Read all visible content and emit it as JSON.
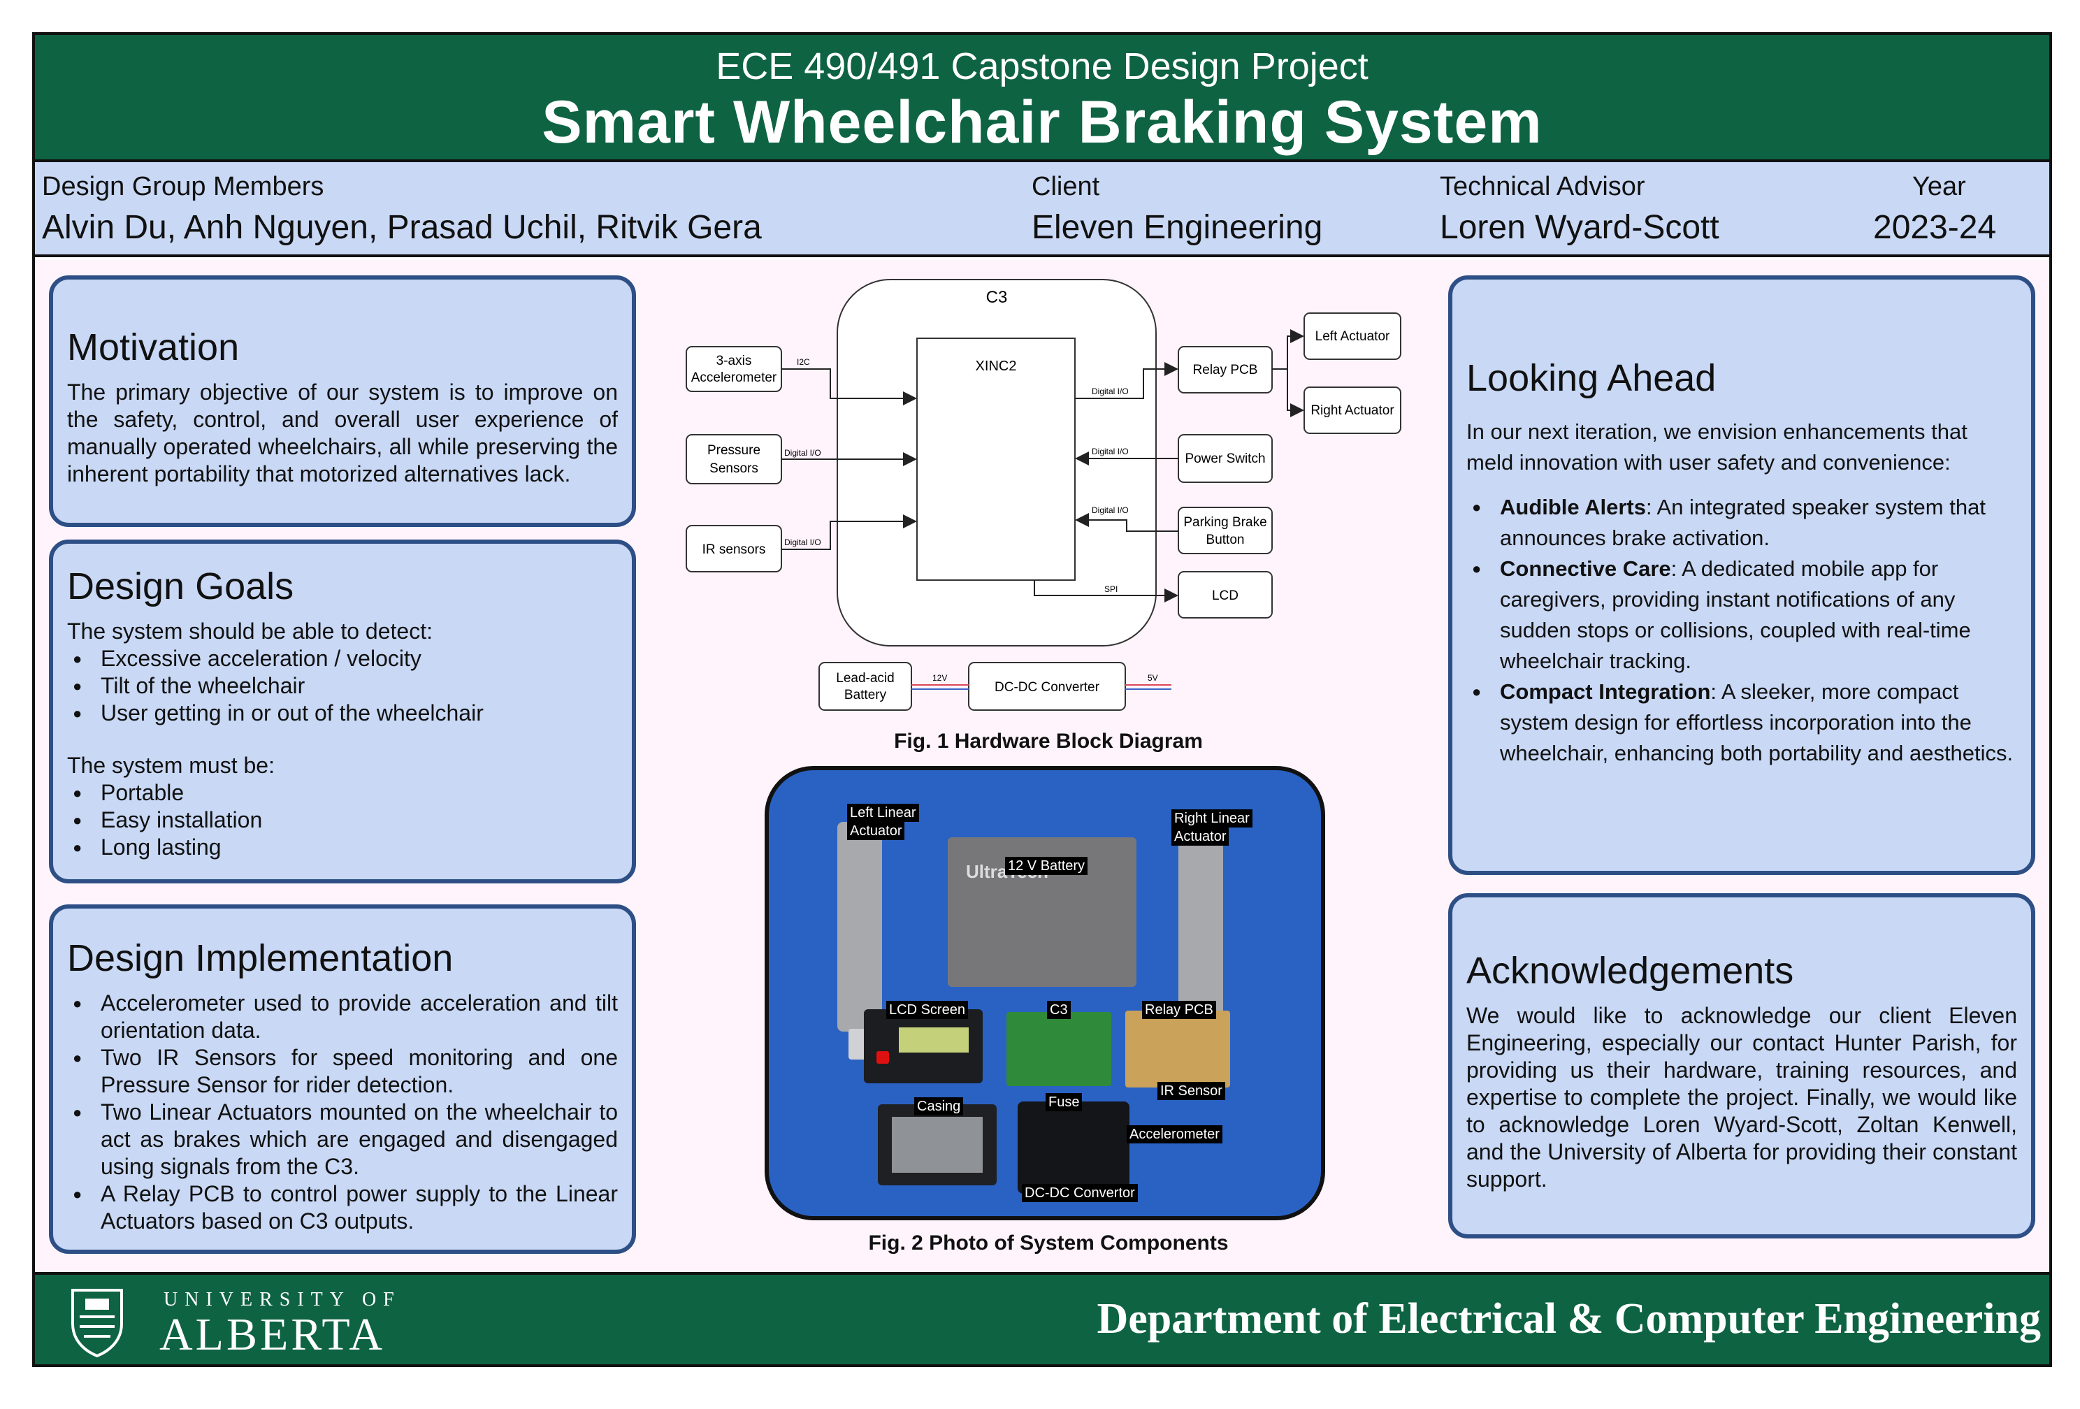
{
  "header": {
    "subtitle": "ECE 490/491 Capstone Design Project",
    "title": "Smart Wheelchair Braking System"
  },
  "info": {
    "members_label": "Design Group Members",
    "members": "Alvin Du, Anh Nguyen, Prasad Uchil, Ritvik Gera",
    "client_label": "Client",
    "client": "Eleven Engineering",
    "advisor_label": "Technical Advisor",
    "advisor": "Loren Wyard-Scott",
    "year_label": "Year",
    "year": "2023-24"
  },
  "motivation": {
    "heading": "Motivation",
    "text": "The primary objective of our system is to improve on the safety, control, and overall user experience of manually operated wheelchairs, all while preserving the inherent portability that motorized alternatives lack."
  },
  "goals": {
    "heading": "Design Goals",
    "detect_intro": "The system should be able to detect:",
    "detect_items": [
      "Excessive acceleration / velocity",
      "Tilt of the wheelchair",
      "User getting in or out of the wheelchair"
    ],
    "must_intro": "The system must be:",
    "must_items": [
      "Portable",
      "Easy installation",
      "Long lasting"
    ]
  },
  "implementation": {
    "heading": "Design Implementation",
    "items": [
      "Accelerometer used to provide acceleration and tilt orientation data.",
      "Two IR Sensors for speed monitoring and one Pressure Sensor for rider detection.",
      "Two Linear Actuators mounted on the wheelchair to act as brakes which are engaged and disengaged using signals from the C3.",
      "A Relay PCB to control power supply to the Linear Actuators based on C3 outputs."
    ]
  },
  "diagram": {
    "c3": "C3",
    "xinc2": "XINC2",
    "accel_1": "3-axis",
    "accel_2": "Accelerometer",
    "pressure_1": "Pressure",
    "pressure_2": "Sensors",
    "ir": "IR sensors",
    "relay": "Relay PCB",
    "left_act": "Left Actuator",
    "right_act": "Right Actuator",
    "power": "Power Switch",
    "parking_1": "Parking Brake",
    "parking_2": "Button",
    "lcd": "LCD",
    "battery_1": "Lead-acid",
    "battery_2": "Battery",
    "dcdc": "DC-DC Converter",
    "i2c": "I2C",
    "dio": "Digital I/O",
    "spi": "SPI",
    "v12": "12V",
    "v5": "5V"
  },
  "fig1_caption": "Fig. 1 Hardware Block Diagram",
  "fig2_caption": "Fig. 2 Photo of System Components",
  "photo_labels": {
    "left_linear_1": "Left Linear",
    "left_linear_2": "Actuator",
    "right_linear_1": "Right Linear",
    "right_linear_2": "Actuator",
    "battery": "12 V Battery",
    "battery_brand": "UltraTech",
    "lcd": "LCD Screen",
    "c3": "C3",
    "relay": "Relay PCB",
    "casing": "Casing",
    "fuse": "Fuse",
    "ir": "IR Sensor",
    "accel": "Accelerometer",
    "dcdc": "DC-DC Convertor"
  },
  "looking_ahead": {
    "heading": "Looking Ahead",
    "intro": "In our next iteration, we envision enhancements that meld innovation with user safety and convenience:",
    "items": [
      {
        "title": "Audible Alerts",
        "text": ": An integrated speaker system that announces brake activation."
      },
      {
        "title": "Connective Care",
        "text": ": A dedicated mobile app for caregivers, providing instant notifications of any sudden stops or collisions, coupled with real-time wheelchair tracking."
      },
      {
        "title": "Compact Integration",
        "text": ": A sleeker, more compact system design for effortless incorporation into the wheelchair, enhancing both portability and aesthetics."
      }
    ]
  },
  "acknowledgements": {
    "heading": "Acknowledgements",
    "text": "We would like to acknowledge our client Eleven Engineering, especially our contact Hunter Parish, for providing us their hardware, training resources, and expertise to complete the project. Finally, we would like to acknowledge Loren Wyard-Scott, Zoltan Kenwell, and the University of Alberta for providing their constant support."
  },
  "footer": {
    "university_top": "UNIVERSITY OF",
    "university_main": "ALBERTA",
    "department": "Department of Electrical & Computer Engineering"
  },
  "colors": {
    "header_green": "#0e6343",
    "panel_blue": "#c8d8f5",
    "panel_border": "#2d4f86",
    "content_bg": "#fff4fb"
  }
}
